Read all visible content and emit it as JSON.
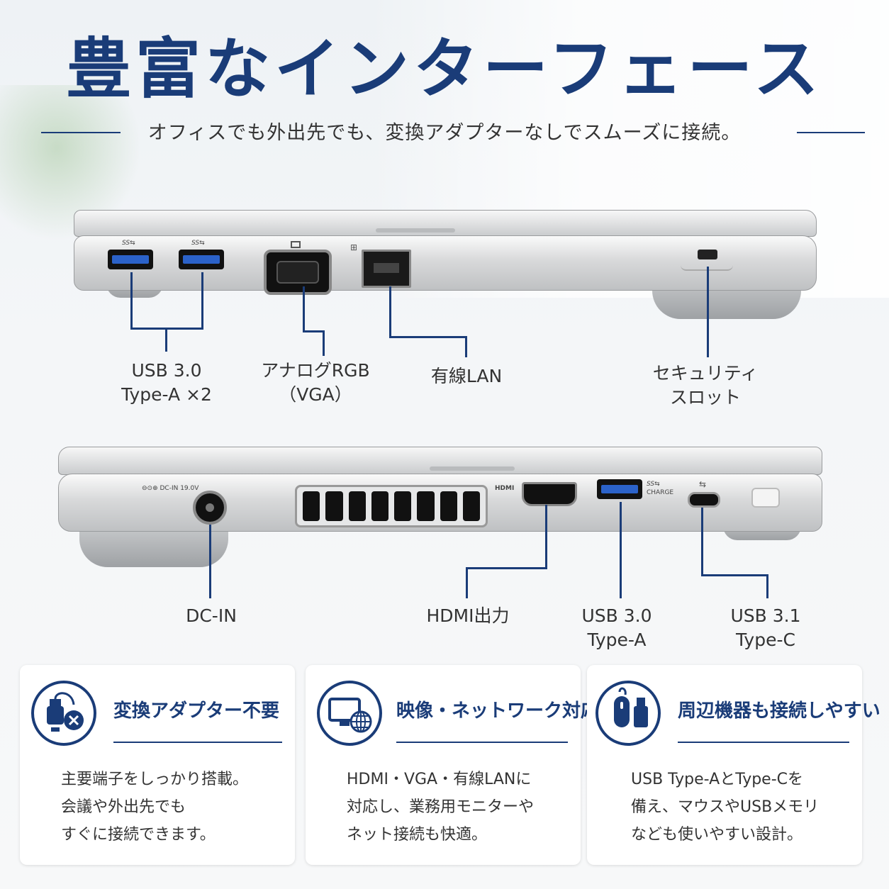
{
  "header": {
    "title": "豊富なインターフェース",
    "subtitle": "オフィスでも外出先でも、変換アダプターなしでスムーズに接続。"
  },
  "top_view": {
    "labels": {
      "usb_a": [
        "USB 3.0",
        "Type-A ×2"
      ],
      "vga": [
        "アナログRGB",
        "（VGA）"
      ],
      "lan": "有線LAN",
      "security": [
        "セキュリティ",
        "スロット"
      ]
    }
  },
  "bottom_view": {
    "port_marks": {
      "dcin": "⊖⊙⊕ DC-IN 19.0V",
      "hdmi": "HDMI",
      "usb_charge": "CHARGE"
    },
    "labels": {
      "dcin": "DC-IN",
      "hdmi": "HDMI出力",
      "usb_a": [
        "USB 3.0",
        "Type-A"
      ],
      "usb_c": [
        "USB 3.1",
        "Type-C"
      ]
    }
  },
  "cards": [
    {
      "icon": "usb-no-adapter-icon",
      "title": "変換アダプター不要",
      "body": [
        "主要端子をしっかり搭載。",
        "会議や外出先でも",
        "すぐに接続できます。"
      ]
    },
    {
      "icon": "monitor-network-icon",
      "title": "映像・ネットワーク対応",
      "body": [
        "HDMI・VGA・有線LANに",
        "対応し、業務用モニターや",
        "ネット接続も快適。"
      ]
    },
    {
      "icon": "mouse-usb-stick-icon",
      "title": "周辺機器も接続しやすい",
      "body": [
        "USB Type-AとType-Cを",
        "備え、マウスやUSBメモリ",
        "なども使いやすい設計。"
      ]
    }
  ],
  "colors": {
    "accent": "#1a3c78",
    "usb_blue": "#2b62c9",
    "text": "#333333"
  }
}
